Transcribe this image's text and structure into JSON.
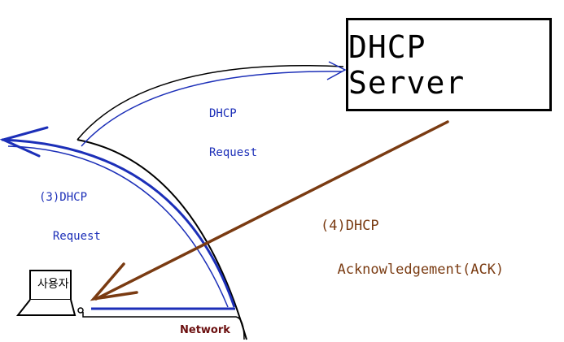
{
  "colors": {
    "blue": "#1c2fb8",
    "brown": "#7a3b12",
    "darkred": "#6b0f0f",
    "black": "#000000"
  },
  "server": {
    "label": "DHCP Server"
  },
  "labels": {
    "request_top_line1": "DHCP",
    "request_top_line2": "Request",
    "request_left_line1": "(3)DHCP",
    "request_left_line2": "  Request",
    "ack_line1": "(4)DHCP",
    "ack_line2": "  Acknowledgement(ACK)",
    "network": "Network",
    "user": "사용자"
  },
  "icons": {
    "laptop": "laptop-icon",
    "network_port": "network-port-icon"
  }
}
